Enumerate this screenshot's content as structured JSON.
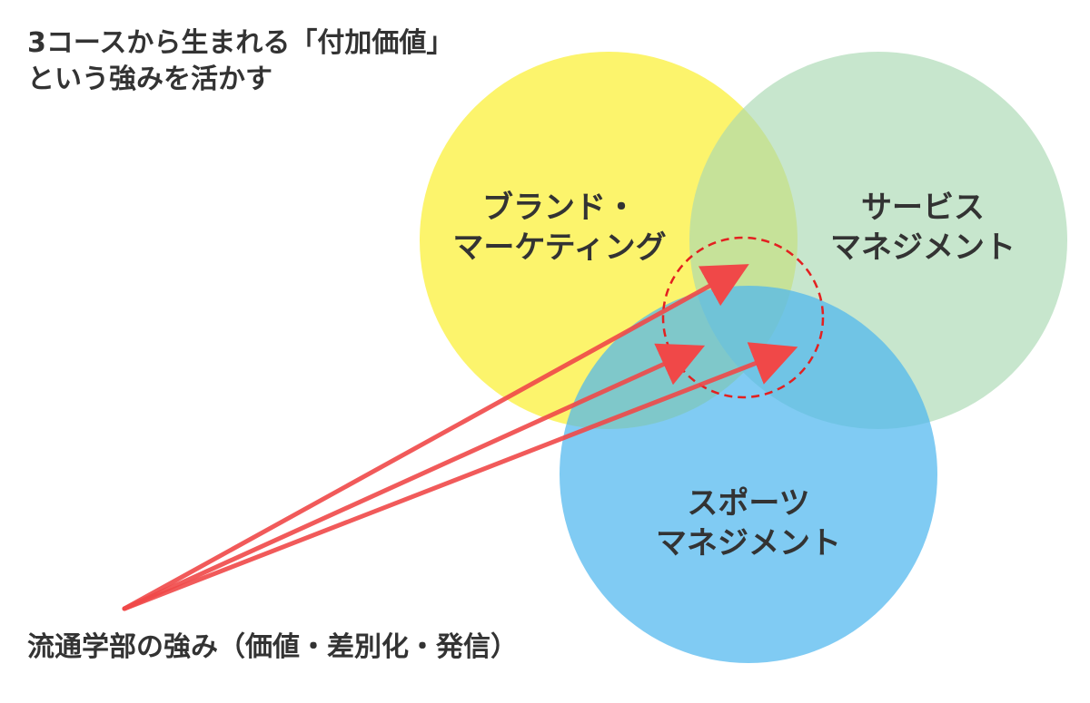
{
  "heading": {
    "line1": "3コースから生まれる「付加価値」",
    "line2": "という強みを活かす"
  },
  "circles": [
    {
      "key": "brand",
      "label_line1": "ブランド・",
      "label_line2": "マーケティング",
      "color": "#FBF252",
      "opacity": 0.85
    },
    {
      "key": "service",
      "label_line1": "サービス",
      "label_line2": "マネジメント",
      "color": "#A9D8B2",
      "opacity": 0.65
    },
    {
      "key": "sports",
      "label_line1": "スポーツ",
      "label_line2": "マネジメント",
      "color": "#4FB7EF",
      "opacity": 0.72
    }
  ],
  "overlap_highlight": {
    "style": "dashed-circle",
    "color": "#E32020"
  },
  "arrows": {
    "count": 3,
    "color": "#F04848"
  },
  "footer_label": "流通学部の強み（価値・差別化・発信）",
  "colors": {
    "text": "#333333",
    "background": "#FFFFFF"
  }
}
